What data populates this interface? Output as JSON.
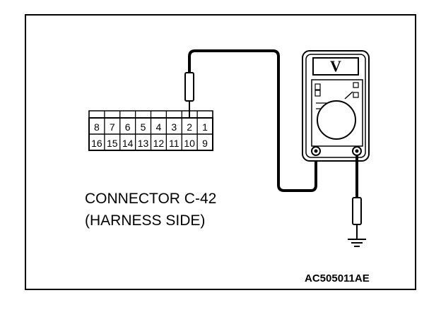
{
  "connector": {
    "name": "CONNECTOR C-42",
    "side": "(HARNESS SIDE)",
    "top_row_pins": [
      "8",
      "7",
      "6",
      "5",
      "4",
      "3",
      "2",
      "1"
    ],
    "bottom_row_pins": [
      "16",
      "15",
      "14",
      "13",
      "12",
      "11",
      "10",
      "9"
    ],
    "probed_pin": "2"
  },
  "meter": {
    "display": "V"
  },
  "figure_code": "AC505011AE",
  "icons": {
    "ground": "ground-icon",
    "probe": "probe-icon",
    "voltmeter": "voltmeter-icon"
  }
}
